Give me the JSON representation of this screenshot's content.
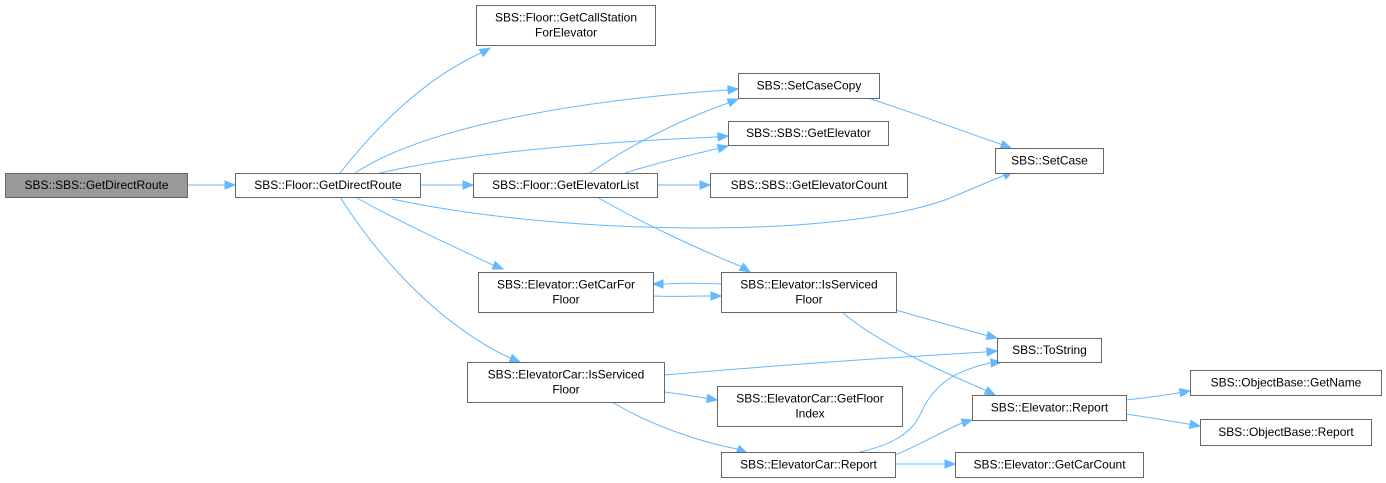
{
  "graph": {
    "colors": {
      "edge": "#63b8ff",
      "node_border": "#666666",
      "root_fill": "#999999",
      "node_fill": "#ffffff"
    },
    "nodes": [
      {
        "id": "n0",
        "lines": [
          "SBS::SBS::GetDirectRoute"
        ],
        "root": true
      },
      {
        "id": "n1",
        "lines": [
          "SBS::Floor::GetDirectRoute"
        ]
      },
      {
        "id": "n2",
        "lines": [
          "SBS::Floor::GetCallStation",
          "ForElevator"
        ]
      },
      {
        "id": "n3",
        "lines": [
          "SBS::SetCaseCopy"
        ]
      },
      {
        "id": "n4",
        "lines": [
          "SBS::SBS::GetElevator"
        ]
      },
      {
        "id": "n5",
        "lines": [
          "SBS::Floor::GetElevatorList"
        ]
      },
      {
        "id": "n6",
        "lines": [
          "SBS::SBS::GetElevatorCount"
        ]
      },
      {
        "id": "n7",
        "lines": [
          "SBS::SetCase"
        ]
      },
      {
        "id": "n8",
        "lines": [
          "SBS::Elevator::GetCarFor",
          "Floor"
        ]
      },
      {
        "id": "n9",
        "lines": [
          "SBS::Elevator::IsServiced",
          "Floor"
        ]
      },
      {
        "id": "n10",
        "lines": [
          "SBS::ToString"
        ]
      },
      {
        "id": "n11",
        "lines": [
          "SBS::ElevatorCar::IsServiced",
          "Floor"
        ]
      },
      {
        "id": "n12",
        "lines": [
          "SBS::ElevatorCar::GetFloor",
          "Index"
        ]
      },
      {
        "id": "n13",
        "lines": [
          "SBS::Elevator::Report"
        ]
      },
      {
        "id": "n14",
        "lines": [
          "SBS::ObjectBase::GetName"
        ]
      },
      {
        "id": "n15",
        "lines": [
          "SBS::ObjectBase::Report"
        ]
      },
      {
        "id": "n16",
        "lines": [
          "SBS::ElevatorCar::Report"
        ]
      },
      {
        "id": "n17",
        "lines": [
          "SBS::Elevator::GetCarCount"
        ]
      }
    ],
    "edges": [
      {
        "from": "n0",
        "to": "n1"
      },
      {
        "from": "n1",
        "to": "n2"
      },
      {
        "from": "n1",
        "to": "n3"
      },
      {
        "from": "n1",
        "to": "n4"
      },
      {
        "from": "n1",
        "to": "n5"
      },
      {
        "from": "n1",
        "to": "n7"
      },
      {
        "from": "n1",
        "to": "n8"
      },
      {
        "from": "n1",
        "to": "n11"
      },
      {
        "from": "n3",
        "to": "n7"
      },
      {
        "from": "n5",
        "to": "n3"
      },
      {
        "from": "n5",
        "to": "n4"
      },
      {
        "from": "n5",
        "to": "n6"
      },
      {
        "from": "n5",
        "to": "n9"
      },
      {
        "from": "n8",
        "to": "n9"
      },
      {
        "from": "n9",
        "to": "n8"
      },
      {
        "from": "n9",
        "to": "n10"
      },
      {
        "from": "n9",
        "to": "n13"
      },
      {
        "from": "n11",
        "to": "n10"
      },
      {
        "from": "n11",
        "to": "n12"
      },
      {
        "from": "n11",
        "to": "n16"
      },
      {
        "from": "n13",
        "to": "n14"
      },
      {
        "from": "n13",
        "to": "n15"
      },
      {
        "from": "n16",
        "to": "n10"
      },
      {
        "from": "n16",
        "to": "n13"
      },
      {
        "from": "n16",
        "to": "n17"
      }
    ]
  }
}
